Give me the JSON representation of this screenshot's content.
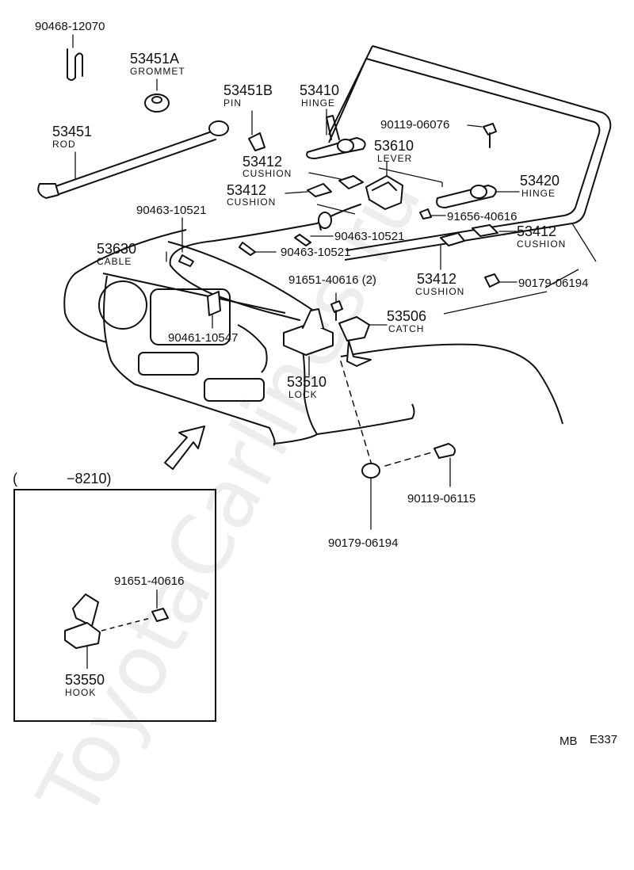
{
  "watermark": "ToyotaCarlines.ru",
  "footer": {
    "code_left": "MB",
    "code_right": "E337"
  },
  "inset": {
    "label_open": "(",
    "label_range": "−8210)"
  },
  "parts": {
    "p90468_12070": {
      "number": "90468-12070"
    },
    "p53451A": {
      "number": "53451A",
      "name": "GROMMET"
    },
    "p53451B": {
      "number": "53451B",
      "name": "PIN"
    },
    "p53451": {
      "number": "53451",
      "name": "ROD"
    },
    "p53410": {
      "number": "53410",
      "name": "HINGE"
    },
    "p90119_06076": {
      "number": "90119-06076"
    },
    "p53610": {
      "number": "53610",
      "name": "LEVER"
    },
    "p53412_a": {
      "number": "53412",
      "name": "CUSHION"
    },
    "p53412_b": {
      "number": "53412",
      "name": "CUSHION"
    },
    "p53420": {
      "number": "53420",
      "name": "HINGE"
    },
    "p90463_10521_a": {
      "number": "90463-10521"
    },
    "p91656_40616": {
      "number": "91656-40616"
    },
    "p90463_10521_b": {
      "number": "90463-10521"
    },
    "p53412_c": {
      "number": "53412",
      "name": "CUSHION"
    },
    "p53630": {
      "number": "53630",
      "name": "CABLE"
    },
    "p90463_10521_c": {
      "number": "90463-10521"
    },
    "p91651_40616_2": {
      "number": "91651-40616 (2)"
    },
    "p53412_d": {
      "number": "53412",
      "name": "CUSHION"
    },
    "p90179_06194_a": {
      "number": "90179-06194"
    },
    "p53506": {
      "number": "53506",
      "name": "CATCH"
    },
    "p90461_10547": {
      "number": "90461-10547"
    },
    "p53510": {
      "number": "53510",
      "name": "LOCK"
    },
    "p90119_06115": {
      "number": "90119-06115"
    },
    "p90179_06194_b": {
      "number": "90179-06194"
    },
    "p91651_40616": {
      "number": "91651-40616"
    },
    "p53550": {
      "number": "53550",
      "name": "HOOK"
    }
  }
}
